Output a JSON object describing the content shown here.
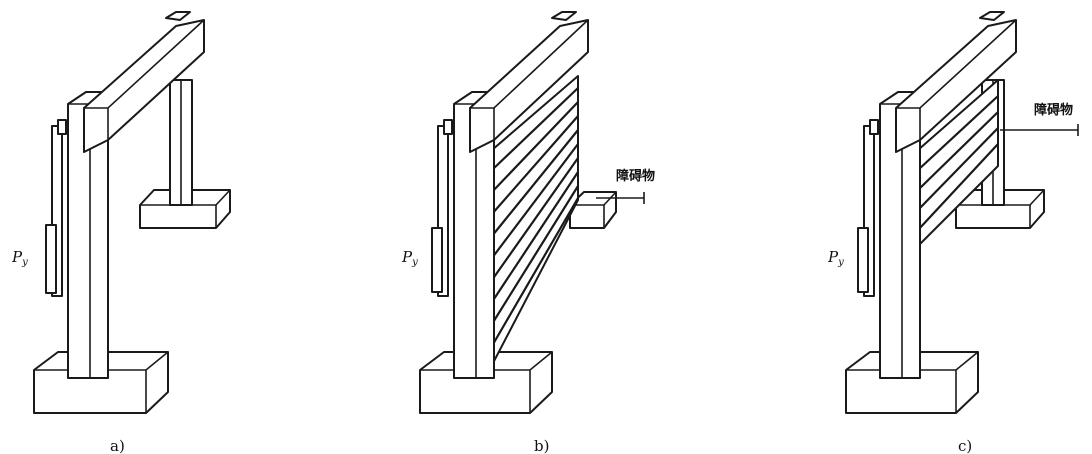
{
  "panels": [
    {
      "caption": "a)",
      "symbol": "P",
      "symbol_sub": "y",
      "annotation": ""
    },
    {
      "caption": "b)",
      "symbol": "P",
      "symbol_sub": "y",
      "annotation": "障碍物"
    },
    {
      "caption": "c)",
      "symbol": "P",
      "symbol_sub": "y",
      "annotation": "障碍物"
    }
  ]
}
